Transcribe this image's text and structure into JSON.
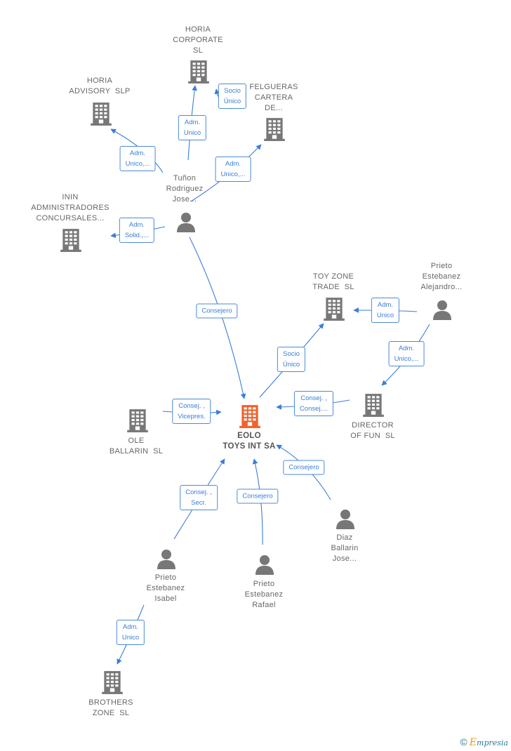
{
  "nodes": {
    "horia_corporate": "HORIA\nCORPORATE\nSL",
    "horia_advisory": "HORIA\nADVISORY  SLP",
    "felgueras": "FELGUERAS\nCARTERA\nDE...",
    "tunon": "Tuñon\nRodriguez\nJose...",
    "inin": "ININ\nADMINISTRADORES\nCONCURSALES...",
    "toy_zone": "TOY ZONE\nTRADE  SL",
    "prieto_alejandro": "Prieto\nEstebanez\nAlejandro...",
    "director_fun": "DIRECTOR\nOF FUN  SL",
    "ole_ballarin": "OLE\nBALLARIN  SL",
    "eolo": "EOLO\nTOYS INT SA",
    "diaz_ballarin": "Diaz\nBallarin\nJose...",
    "prieto_isabel": "Prieto\nEstebanez\nIsabel",
    "prieto_rafael": "Prieto\nEstebanez\nRafael",
    "brothers_zone": "BROTHERS\nZONE  SL"
  },
  "relations": {
    "socio_unico_felgueras": "Socio\nÚnico",
    "adm_unico_horia_corp": "Adm.\nUnico",
    "adm_unico_horia_adv": "Adm.\nUnico,...",
    "adm_unico_felgueras": "Adm.\nUnico,...",
    "adm_solid_inin": "Adm.\nSolid.,...",
    "consejero_tunon": "Consejero",
    "adm_unico_toyzone": "Adm.\nUnico",
    "socio_unico_toyzone": "Socio\nÚnico",
    "adm_unico_director": "Adm.\nUnico,...",
    "consej_director": "Consej. ,\nConsej....",
    "consej_vicepres": "Consej. ,\nVicepres.",
    "consejero_diaz": "Consejero",
    "consej_secr": "Consej. ,\nSecr.",
    "consejero_rafael": "Consejero",
    "adm_unico_brothers": "Adm.\nUnico"
  },
  "colors": {
    "edge": "#3a7dd8",
    "building": "#777777",
    "building_main": "#f0622e",
    "person": "#777777"
  },
  "icons": {
    "company": "building-icon",
    "person": "person-icon"
  },
  "footer": {
    "copyright": "©",
    "brand_e": "E",
    "brand_rest": "mpresia"
  }
}
